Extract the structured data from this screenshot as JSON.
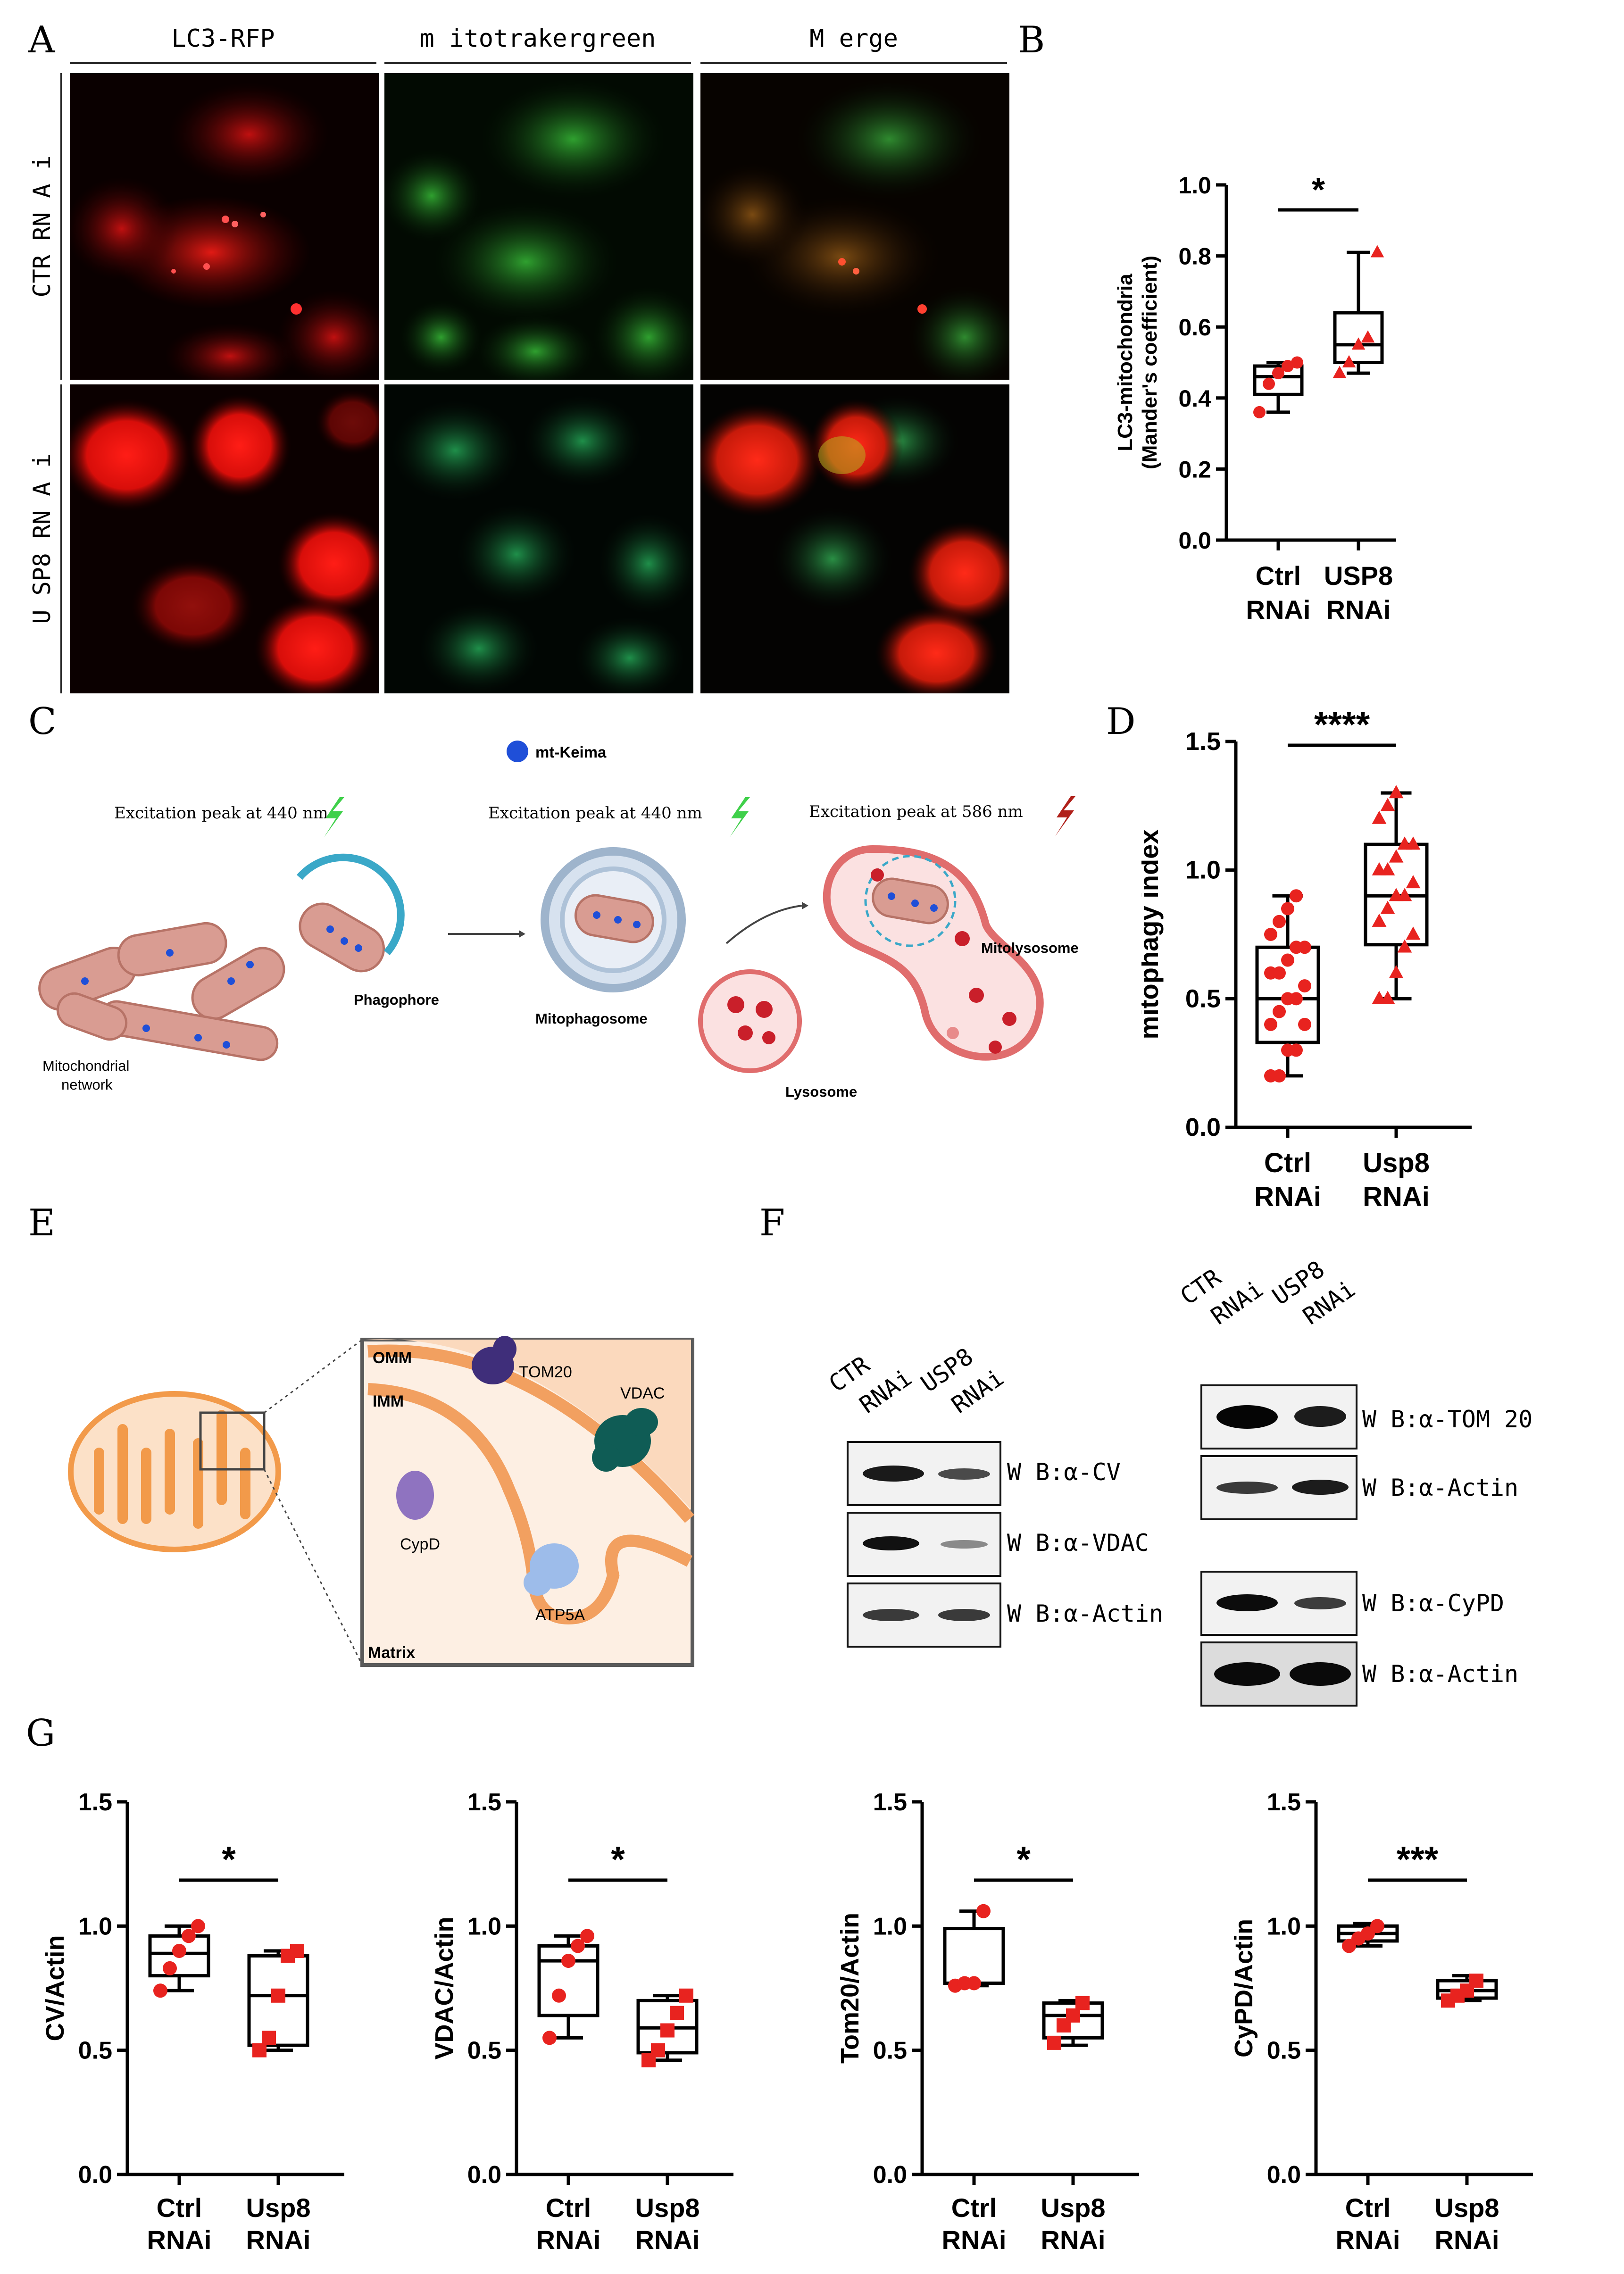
{
  "panels": {
    "A": "A",
    "B": "B",
    "C": "C",
    "D": "D",
    "E": "E",
    "F": "F",
    "G": "G"
  },
  "panelA": {
    "col_headers": [
      "LC3-RFP",
      "m itotrakergreen",
      "M erge"
    ],
    "row_labels": [
      "CTR RN A i",
      "U SP8 RN A i"
    ]
  },
  "panelB": {
    "ylabel_line1": "LC3-mitochondria",
    "ylabel_line2": "(Mander's coefficient)",
    "yticks": [
      "0.0",
      "0.2",
      "0.4",
      "0.6",
      "0.8",
      "1.0"
    ],
    "xcat1": [
      "Ctrl",
      "RNAi"
    ],
    "xcat2": [
      "USP8",
      "RNAi"
    ],
    "sig": "*"
  },
  "panelC": {
    "legend": "mt-Keima",
    "exc1": "Excitation peak at 440 nm",
    "exc2": "Excitation peak at 440 nm",
    "exc3": "Excitation peak at 586 nm",
    "phagophore": "Phagophore",
    "network": [
      "Mitochondrial",
      "network"
    ],
    "mitophagosome": "Mitophagosome",
    "lysosome": "Lysosome",
    "mitolysosome": "Mitolysosome"
  },
  "panelD": {
    "ylabel": "mitophagy index",
    "yticks": [
      "0.0",
      "0.5",
      "1.0",
      "1.5"
    ],
    "xcat1": [
      "Ctrl",
      "RNAi"
    ],
    "xcat2": [
      "Usp8",
      "RNAi"
    ],
    "sig": "****"
  },
  "panelE": {
    "omm": "OMM",
    "imm": "IMM",
    "tom20": "TOM20",
    "vdac": "VDAC",
    "cypd": "CypD",
    "atp5a": "ATP5A",
    "matrix": "Matrix"
  },
  "panelF": {
    "lane1": [
      "CTR",
      "RNAi"
    ],
    "lane2": [
      "USP8",
      "RNAi"
    ],
    "left_blots": [
      "W B:α-CV",
      "W B:α-VDAC",
      "W B:α-Actin"
    ],
    "right_blots": [
      "W B:α-TOM 20",
      "W B:α-Actin",
      "W B:α-CyPD",
      "W B:α-Actin"
    ]
  },
  "panelG": {
    "yticks": [
      "0.0",
      "0.5",
      "1.0",
      "1.5"
    ],
    "xcat1": [
      "Ctrl",
      "RNAi"
    ],
    "xcat2": [
      "Usp8",
      "RNAi"
    ],
    "plots": [
      {
        "ylabel": "CV/Actin",
        "sig": "*"
      },
      {
        "ylabel": "VDAC/Actin",
        "sig": "*"
      },
      {
        "ylabel": "Tom20/Actin",
        "sig": "*"
      },
      {
        "ylabel": "CyPD/Actin",
        "sig": "***"
      }
    ]
  },
  "colors": {
    "point": "#e8231f",
    "box": "#000000",
    "keima": "#1f4fd8"
  },
  "chart_data": [
    {
      "type": "box",
      "panel": "B",
      "categories": [
        "Ctrl RNAi",
        "USP8 RNAi"
      ],
      "ylim": [
        0,
        1.0
      ],
      "ylabel": "LC3-mitochondria (Mander's coefficient)",
      "boxes": [
        {
          "min": 0.36,
          "q1": 0.41,
          "median": 0.46,
          "q3": 0.49,
          "max": 0.5
        },
        {
          "min": 0.47,
          "q1": 0.5,
          "median": 0.55,
          "q3": 0.64,
          "max": 0.81
        }
      ],
      "points": [
        [
          0.36,
          0.44,
          0.47,
          0.49,
          0.5
        ],
        [
          0.47,
          0.5,
          0.55,
          0.57,
          0.81
        ]
      ],
      "significance": "*"
    },
    {
      "type": "box",
      "panel": "D",
      "categories": [
        "Ctrl RNAi",
        "Usp8 RNAi"
      ],
      "ylim": [
        0,
        1.5
      ],
      "ylabel": "mitophagy index",
      "boxes": [
        {
          "min": 0.2,
          "q1": 0.33,
          "median": 0.5,
          "q3": 0.7,
          "max": 0.9
        },
        {
          "min": 0.5,
          "q1": 0.71,
          "median": 0.9,
          "q3": 1.1,
          "max": 1.3
        }
      ],
      "points": [
        [
          0.2,
          0.2,
          0.3,
          0.3,
          0.4,
          0.4,
          0.45,
          0.5,
          0.5,
          0.55,
          0.6,
          0.6,
          0.65,
          0.7,
          0.7,
          0.75,
          0.8,
          0.85,
          0.9
        ],
        [
          0.5,
          0.5,
          0.6,
          0.7,
          0.75,
          0.8,
          0.85,
          0.9,
          0.9,
          0.95,
          1.0,
          1.0,
          1.05,
          1.1,
          1.1,
          1.2,
          1.25,
          1.3
        ]
      ],
      "significance": "****"
    },
    {
      "type": "box",
      "panel": "G1",
      "categories": [
        "Ctrl RNAi",
        "Usp8 RNAi"
      ],
      "ylim": [
        0,
        1.5
      ],
      "ylabel": "CV/Actin",
      "boxes": [
        {
          "min": 0.74,
          "q1": 0.8,
          "median": 0.89,
          "q3": 0.96,
          "max": 1.0
        },
        {
          "min": 0.5,
          "q1": 0.52,
          "median": 0.72,
          "q3": 0.88,
          "max": 0.9
        }
      ],
      "points": [
        [
          0.74,
          0.83,
          0.9,
          0.96,
          1.0
        ],
        [
          0.5,
          0.55,
          0.72,
          0.88,
          0.9
        ]
      ],
      "significance": "*"
    },
    {
      "type": "box",
      "panel": "G2",
      "categories": [
        "Ctrl RNAi",
        "Usp8 RNAi"
      ],
      "ylim": [
        0,
        1.5
      ],
      "ylabel": "VDAC/Actin",
      "boxes": [
        {
          "min": 0.55,
          "q1": 0.64,
          "median": 0.86,
          "q3": 0.92,
          "max": 0.96
        },
        {
          "min": 0.46,
          "q1": 0.49,
          "median": 0.59,
          "q3": 0.7,
          "max": 0.72
        }
      ],
      "points": [
        [
          0.55,
          0.72,
          0.86,
          0.92,
          0.96
        ],
        [
          0.46,
          0.5,
          0.58,
          0.65,
          0.72
        ]
      ],
      "significance": "*"
    },
    {
      "type": "box",
      "panel": "G3",
      "categories": [
        "Ctrl RNAi",
        "Usp8 RNAi"
      ],
      "ylim": [
        0,
        1.5
      ],
      "ylabel": "Tom20/Actin",
      "boxes": [
        {
          "min": 0.76,
          "q1": 0.77,
          "median": 0.77,
          "q3": 0.99,
          "max": 1.06
        },
        {
          "min": 0.52,
          "q1": 0.55,
          "median": 0.64,
          "q3": 0.69,
          "max": 0.7
        }
      ],
      "points": [
        [
          0.76,
          0.77,
          0.77,
          1.06
        ],
        [
          0.53,
          0.6,
          0.64,
          0.69
        ]
      ],
      "significance": "*"
    },
    {
      "type": "box",
      "panel": "G4",
      "categories": [
        "Ctrl RNAi",
        "Usp8 RNAi"
      ],
      "ylim": [
        0,
        1.5
      ],
      "ylabel": "CyPD/Actin",
      "boxes": [
        {
          "min": 0.92,
          "q1": 0.94,
          "median": 0.97,
          "q3": 1.0,
          "max": 1.01
        },
        {
          "min": 0.7,
          "q1": 0.71,
          "median": 0.74,
          "q3": 0.78,
          "max": 0.8
        }
      ],
      "points": [
        [
          0.92,
          0.95,
          0.97,
          1.0
        ],
        [
          0.7,
          0.72,
          0.74,
          0.78
        ]
      ],
      "significance": "***"
    }
  ]
}
